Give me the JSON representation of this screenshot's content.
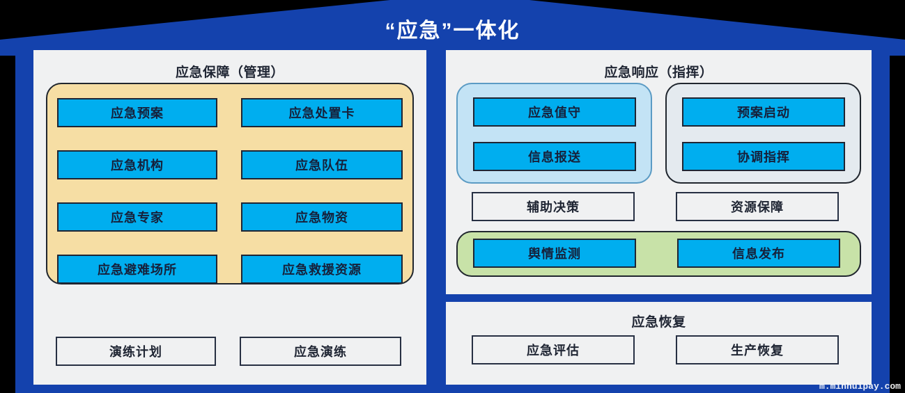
{
  "title": "“应急”一体化",
  "watermark": "m.minhuipay.com",
  "colors": {
    "roof": "#1442ad",
    "wall": "#1442ad",
    "panel_bg": "#f0f1f2",
    "box_blue": "#00aeef",
    "group_yellow": "#f6deA4",
    "group_lightblue": "#c3e3f5",
    "group_gray": "#e4eaef",
    "group_green": "#c8e2a8",
    "border_dark": "#1f2533",
    "text_dark": "#16203a",
    "text_white": "#ffffff"
  },
  "panels": {
    "left": {
      "title": "应急保障（管理）",
      "group_yellow": {
        "rows": [
          {
            "left": "应急预案",
            "right": "应急处置卡"
          },
          {
            "left": "应急机构",
            "right": "应急队伍"
          },
          {
            "left": "应急专家",
            "right": "应急物资"
          },
          {
            "left": "应急避难场所",
            "right": "应急救援资源"
          }
        ]
      },
      "bottom_row": {
        "left": "演练计划",
        "right": "应急演练"
      }
    },
    "right_top": {
      "title": "应急响应（指挥）",
      "group_lightblue": {
        "items": [
          "应急值守",
          "信息报送"
        ]
      },
      "group_gray": {
        "items": [
          "预案启动",
          "协调指挥"
        ]
      },
      "mid_row": {
        "left": "辅助决策",
        "right": "资源保障"
      },
      "group_green": {
        "items": [
          "舆情监测",
          "信息发布"
        ]
      }
    },
    "right_bottom": {
      "title": "应急恢复",
      "row": {
        "left": "应急评估",
        "right": "生产恢复"
      }
    }
  }
}
